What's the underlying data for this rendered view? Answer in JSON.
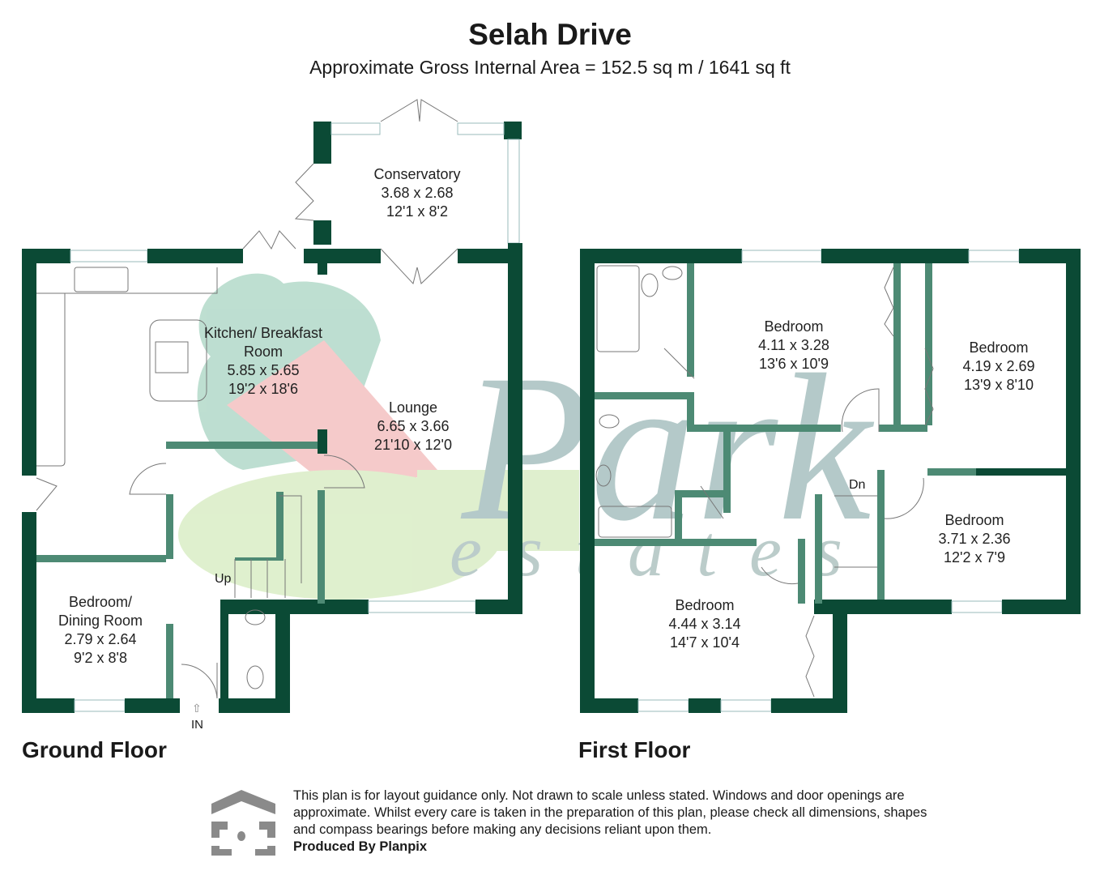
{
  "header": {
    "title": "Selah Drive",
    "subtitle": "Approximate Gross Internal Area = 152.5 sq m / 1641 sq ft"
  },
  "ground_floor": {
    "label": "Ground Floor",
    "rooms": [
      {
        "name": "Conservatory",
        "metric": "3.68 x 2.68",
        "imperial": "12'1 x 8'2"
      },
      {
        "name": "Kitchen/ Breakfast Room",
        "metric": "5.85 x 5.65",
        "imperial": "19'2 x 18'6"
      },
      {
        "name": "Lounge",
        "metric": "6.65 x 3.66",
        "imperial": "21'10 x 12'0"
      },
      {
        "name": "Bedroom/ Dining Room",
        "metric": "2.79 x 2.64",
        "imperial": "9'2 x 8'8"
      }
    ],
    "stairs_label": "Up",
    "entrance_label": "IN"
  },
  "first_floor": {
    "label": "First Floor",
    "rooms": [
      {
        "name": "Bedroom",
        "metric": "4.11 x 3.28",
        "imperial": "13'6 x 10'9"
      },
      {
        "name": "Bedroom",
        "metric": "4.19 x 2.69",
        "imperial": "13'9 x 8'10"
      },
      {
        "name": "Bedroom",
        "metric": "3.71 x 2.36",
        "imperial": "12'2 x 7'9"
      },
      {
        "name": "Bedroom",
        "metric": "4.44 x 3.14",
        "imperial": "14'7 x 10'4"
      }
    ],
    "stairs_label": "Dn"
  },
  "watermark": {
    "brand": "Park",
    "sub": "estates"
  },
  "footer": {
    "disclaimer": "This plan is for layout guidance only. Not drawn to scale unless stated. Windows and door openings are approximate. Whilst every care is taken in the preparation of this plan, please check all dimensions, shapes and compass bearings before making any decisions reliant upon them.",
    "producer": "Produced By Planpix"
  },
  "colors": {
    "wall": "#0b4a35",
    "inner_wall": "#4d8a74",
    "logo": "#8a8a8a"
  }
}
